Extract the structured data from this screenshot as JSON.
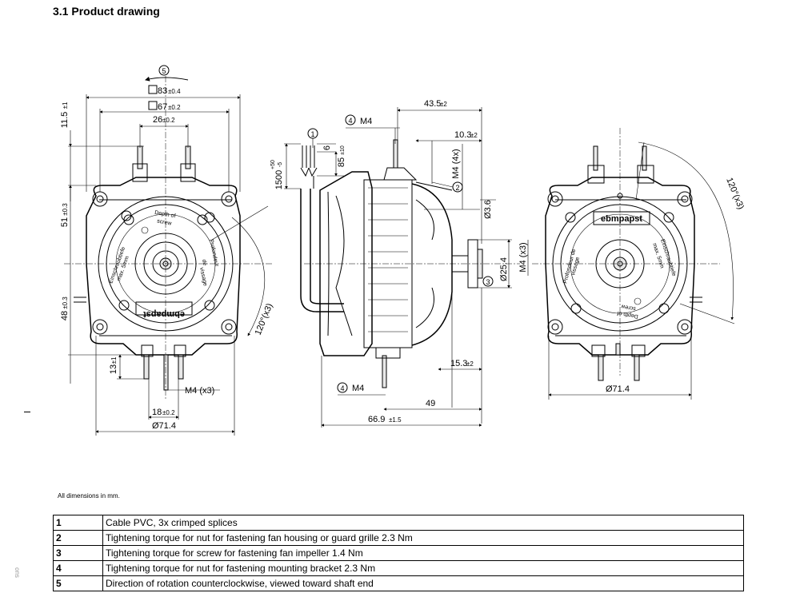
{
  "title": "3.1 Product drawing",
  "note": "All dimensions in mm.",
  "side_mark": "ons",
  "front_view": {
    "d_sq83": "83",
    "d_sq83_tol": "±0.4",
    "d_sq67": "67",
    "d_sq67_tol": "±0.2",
    "d_26": "26",
    "d_26_tol": "±0.2",
    "d_11_5": "11.5",
    "d_11_5_tol": "±1",
    "d_51": "51",
    "d_51_tol": "±0.3",
    "d_48": "48",
    "d_48_tol": "±0.3",
    "d_13": "13",
    "d_13_tol": "±1",
    "d_18": "18",
    "d_18_tol": "±0.2",
    "d_71_4": "Ø71.4",
    "m4x3": "M4 (x3)",
    "angle": "120°(x3)",
    "callout5": "5",
    "depth_line1": "Depth of",
    "depth_line2": "screw",
    "profondeur_line1": "Profondeur",
    "profondeur_line2": "de",
    "profondeur_line3": "vissage",
    "einschraub_line1": "Einschraubtiefe",
    "einschraub_line2": "max. 5mm",
    "brand": "ebmpapst"
  },
  "side_view": {
    "callout1": "1",
    "callout2": "2",
    "callout3": "3",
    "callout4": "4",
    "m4": "M4",
    "d_1500": "1500",
    "d_1500_tol_plus": "+50",
    "d_1500_tol_minus": "-5",
    "d_6": "6",
    "d_85": "85",
    "d_85_tol": "±10",
    "d_43_5": "43.5",
    "d_43_5_tol": "±2",
    "d_10_3": "10.3",
    "d_10_3_tol": "±2",
    "m4x4": "M4 (4x)",
    "d_3_6": "Ø3.6",
    "d_25_4": "Ø25.4",
    "m4x3": "M4 (x3)",
    "d_15_3": "15.3",
    "d_15_3_tol": "±2",
    "d_49": "49",
    "d_66_9": "66.9",
    "d_66_9_tol": "±1.5"
  },
  "rear_view": {
    "angle": "120°(x3)",
    "d_71_4": "Ø71.4",
    "brand": "ebmpapst",
    "profondeur_line1": "Profondeur de",
    "profondeur_line2": "vissage",
    "einschraub_line1": "Einschraubtiefe",
    "einschraub_line2": "max. 5mm",
    "depth_line1": "Depth of",
    "depth_line2": "screw"
  },
  "legend": [
    {
      "num": "1",
      "text": "Cable PVC, 3x crimped splices"
    },
    {
      "num": "2",
      "text": "Tightening torque for nut for fastening fan housing or guard grille 2.3 Nm"
    },
    {
      "num": "3",
      "text": "Tightening torque for screw for fastening fan impeller 1.4 Nm"
    },
    {
      "num": "4",
      "text": "Tightening torque for nut for fastening mounting bracket 2.3 Nm"
    },
    {
      "num": "5",
      "text": "Direction of rotation counterclockwise, viewed toward shaft end"
    }
  ]
}
